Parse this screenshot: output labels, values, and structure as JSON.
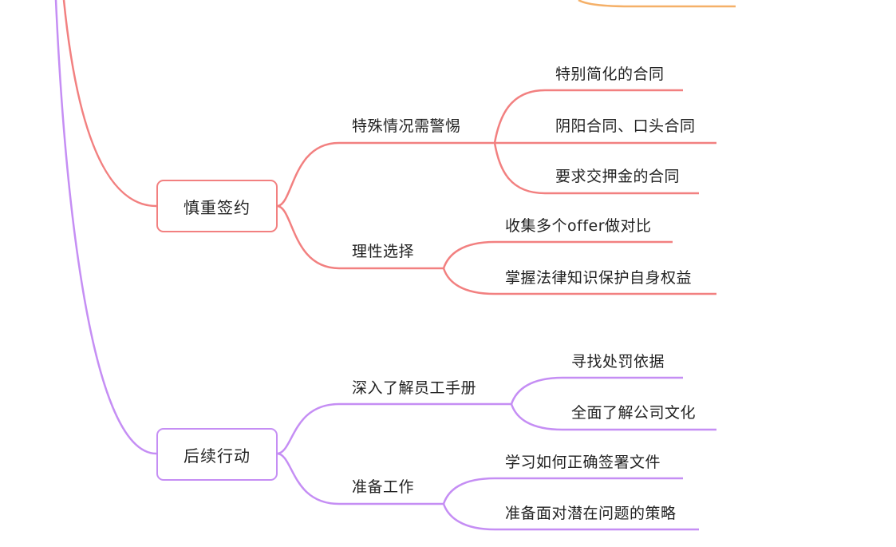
{
  "colors": {
    "red": "#f28080",
    "purple": "#c58ef4",
    "orange": "#f5b068"
  },
  "mindmap": {
    "signing": {
      "label": "慎重签约",
      "groups": [
        {
          "label": "特殊情况需警惕",
          "items": [
            "特别简化的合同",
            "阴阳合同、口头合同",
            "要求交押金的合同"
          ]
        },
        {
          "label": "理性选择",
          "items": [
            "收集多个offer做对比",
            "掌握法律知识保护自身权益"
          ]
        }
      ]
    },
    "followup": {
      "label": "后续行动",
      "groups": [
        {
          "label": "深入了解员工手册",
          "items": [
            "寻找处罚依据",
            "全面了解公司文化"
          ]
        },
        {
          "label": "准备工作",
          "items": [
            "学习如何正确签署文件",
            "准备面对潜在问题的策略"
          ]
        }
      ]
    }
  }
}
